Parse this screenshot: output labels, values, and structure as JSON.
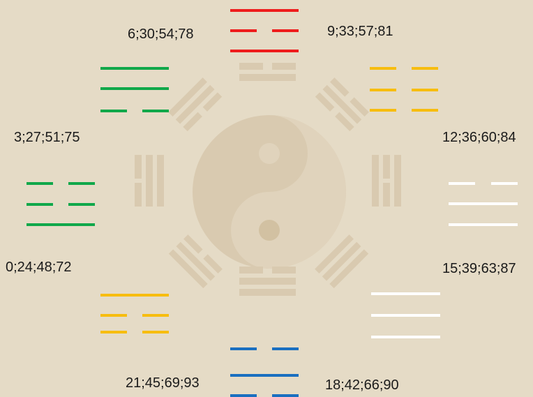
{
  "colors": {
    "background": "#e5dbc6",
    "watermark": "#d8c9ae",
    "red": "#ee1c1c",
    "green": "#10a84a",
    "yellow": "#f7bd0f",
    "white": "#ffffff",
    "blue": "#1a6fc0"
  },
  "watermark_icon": "bagua-taiji-icon",
  "labels": {
    "top_left": "6;30;54;78",
    "top_right": "9;33;57;81",
    "left_upper": "3;27;51;75",
    "right_upper": "12;36;60;84",
    "left_lower": "0;24;48;72",
    "right_lower": "15;39;63;87",
    "bottom_left": "21;45;69;93",
    "bottom_right": "18;42;66;90"
  },
  "trigrams": [
    {
      "name": "top",
      "color": "red",
      "lines": [
        "solid",
        "broken",
        "solid"
      ]
    },
    {
      "name": "upper-left",
      "color": "green",
      "lines": [
        "solid",
        "solid",
        "broken"
      ]
    },
    {
      "name": "upper-right",
      "color": "yellow",
      "lines": [
        "broken",
        "broken",
        "broken"
      ]
    },
    {
      "name": "left",
      "color": "green",
      "lines": [
        "broken",
        "broken",
        "solid"
      ]
    },
    {
      "name": "right",
      "color": "white",
      "lines": [
        "broken",
        "solid",
        "solid"
      ]
    },
    {
      "name": "lower-left",
      "color": "yellow",
      "lines": [
        "solid",
        "broken",
        "broken"
      ]
    },
    {
      "name": "lower-right",
      "color": "white",
      "lines": [
        "solid",
        "solid",
        "solid"
      ]
    },
    {
      "name": "bottom",
      "color": "blue",
      "lines": [
        "broken",
        "solid",
        "broken"
      ]
    }
  ]
}
